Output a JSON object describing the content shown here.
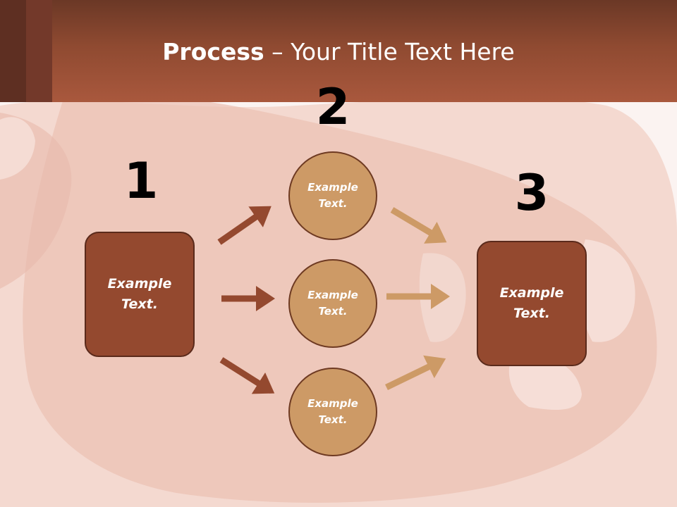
{
  "title": {
    "bold": "Process",
    "rest": " – Your Title Text Here"
  },
  "steps": {
    "one": "1",
    "two": "2",
    "three": "3"
  },
  "nodes": {
    "left_box": "Example Text.",
    "circle_top": "Example Text.",
    "circle_middle": "Example Text.",
    "circle_bottom": "Example Text.",
    "right_box": "Example Text."
  },
  "colors": {
    "header": "#a9583d",
    "box_fill": "#94492f",
    "circle_fill": "#cd9a66",
    "arrow_dark": "#94492f",
    "arrow_light": "#cd9a66"
  }
}
